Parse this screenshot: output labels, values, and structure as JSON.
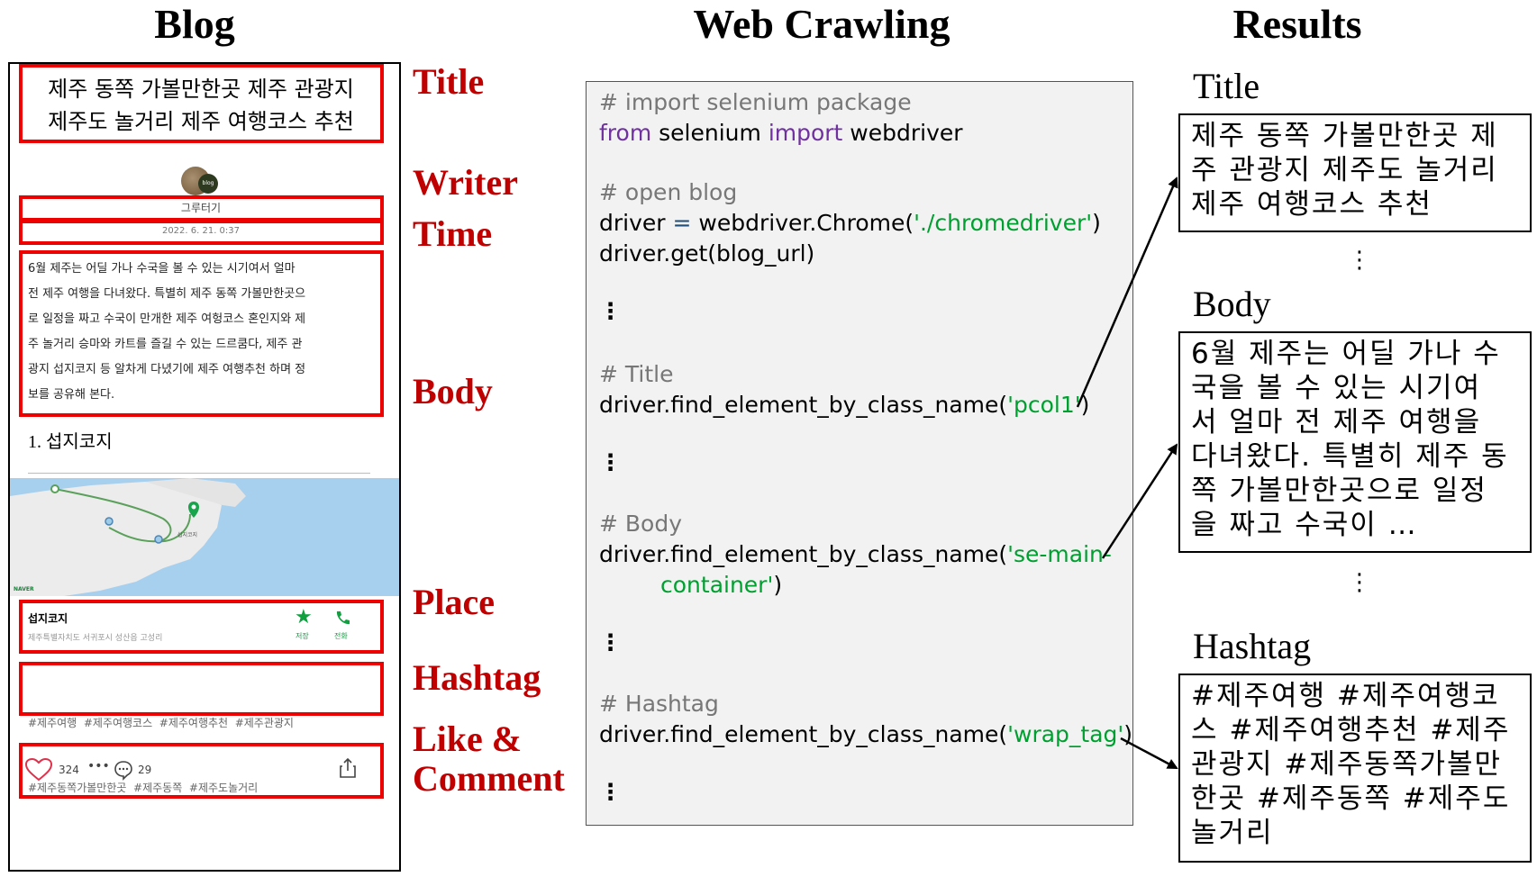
{
  "headers": {
    "blog": "Blog",
    "crawl": "Web Crawling",
    "results": "Results"
  },
  "phone": {
    "title_lines": [
      "제주 동쪽 가볼만한곳 제주 관광지",
      "제주도 놀거리 제주 여행코스 추천"
    ],
    "avatar_badge": "blog",
    "writer": "그루터기",
    "time": "2022. 6. 21. 0:37",
    "body_lines": [
      "6월 제주는 어딜 가나 수국을 볼 수 있는 시기여서 얼마",
      "전 제주 여행을 다녀왔다. 특별히 제주 동쪽 가볼만한곳으",
      "로 일정을 짜고 수국이 만개한 제주 여헝코스 혼인지와 제",
      "주 놀거리 승마와 카트를 즐길 수 있는 드르쿰다, 제주 관",
      "광지 섭지코지 등 알차게 다녔기에 제주 여행추천 하며 정",
      "보를 공유해 본다."
    ],
    "section_heading": "1. 섭지코지",
    "map_pin_label": "섭지코지",
    "map_brand": "NAVER",
    "place_name": "섭지코지",
    "place_address": "제주특별자치도 서귀포시 성산읍 고성리",
    "place_save": "저장",
    "place_call": "전화",
    "hashtag_lines": [
      "#제주여행  #제주여행코스  #제주여행추천  #제주관광지",
      "#제주동쪽가볼만한곳  #제주동쪽  #제주도놀거리"
    ],
    "likes": "324",
    "comments": "29"
  },
  "labels": {
    "title": "Title",
    "writer": "Writer",
    "time": "Time",
    "body": "Body",
    "place": "Place",
    "hashtag": "Hashtag",
    "like1": "Like &",
    "like2": "Comment"
  },
  "code": {
    "c1": "# import selenium package",
    "l2a": "from",
    "l2b": " selenium ",
    "l2c": "import",
    "l2d": " webdriver",
    "c3": "# open blog",
    "l4a": "driver ",
    "l4b": "=",
    "l4c": " webdriver.Chrome(",
    "l4d": "'./chromedriver'",
    "l4e": ")",
    "l5": "driver.get(blog_url)",
    "dots": "⋮",
    "c6": "# Title",
    "l7a": "driver.find_element_by_class_name(",
    "l7b": "'pcol1'",
    "l7c": ")",
    "c8": "# Body",
    "l9a": "driver.find_element_by_class_name(",
    "l9b": "'se-main-",
    "l10a": "container'",
    "l10b": ")",
    "c11": "# Hashtag",
    "l12a": "driver.find_element_by_class_name(",
    "l12b": "'wrap_tag'",
    "l12c": ")"
  },
  "results": {
    "title_label": "Title",
    "title_lines": [
      "제주 동쪽 가볼만한곳 제",
      "주 관광지 제주도 놀거리",
      "제주 여행코스 추천"
    ],
    "body_label": "Body",
    "body_lines": [
      "6월 제주는 어딜 가나 수",
      "국을 볼 수 있는 시기여",
      "서 얼마 전 제주 여행을",
      "다녀왔다. 특별히 제주 동",
      "쪽 가볼만한곳으로 일정",
      "을 짜고 수국이 …"
    ],
    "hashtag_label": "Hashtag",
    "hashtag_lines": [
      "#제주여행 #제주여행코",
      "스 #제주여행추천 #제주",
      "관광지 #제주동쪽가볼만",
      "한곳 #제주동쪽 #제주도",
      "놀거리"
    ],
    "dots": "⋮"
  },
  "colors": {
    "red": "#e00000",
    "label_red": "#c00000",
    "keyword": "#7030a0",
    "string": "#00a030",
    "comment": "#777777",
    "code_bg": "#f2f2f2"
  }
}
